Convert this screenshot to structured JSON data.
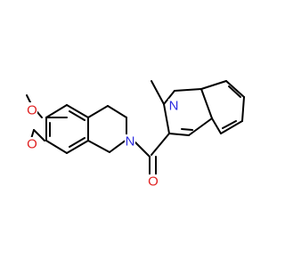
{
  "structure": {
    "atom_labels": {
      "methoxy_o_upper": "O",
      "methoxy_o_lower": "O",
      "ring_n": "N",
      "carbonyl_o": "O",
      "indole_n": "N"
    },
    "colors": {
      "bond": "#000000",
      "oxygen": "#e02020",
      "nitrogen": "#2c2ce0",
      "background": "#ffffff"
    }
  }
}
